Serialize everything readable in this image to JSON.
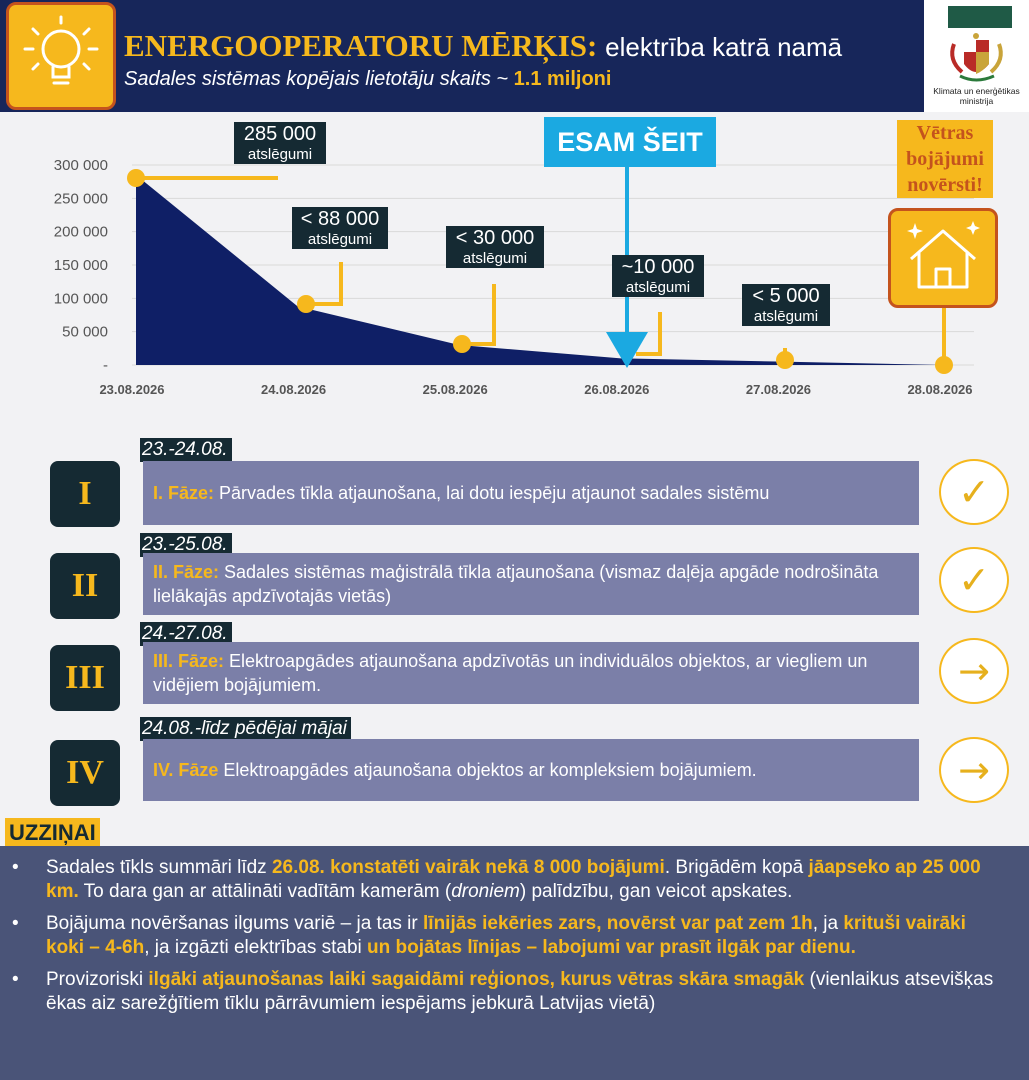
{
  "header": {
    "title": "ENERGOOPERATORU MĒRĶIS:",
    "title_sub": "elektrība katrā namā",
    "subtitle": "Sadales sistēmas kopējais lietotāju skaits ~",
    "subtitle_highlight": "1.1 miljoni",
    "ministry_name": "Klimata un enerģētikas ministrija",
    "bulb_icon": "lightbulb-icon",
    "crest_icon": "latvia-coat-of-arms-icon"
  },
  "colors": {
    "navy": "#17265a",
    "area": "#0f1f66",
    "yellow": "#f6b81d",
    "orange_border": "#c4531d",
    "esam_blue": "#1ba9e1",
    "label_dark": "#152a33",
    "phase_bar": "#7b7fa8",
    "info_bg": "#4a5478"
  },
  "chart_data": {
    "type": "area",
    "x": [
      "23.08.2026",
      "24.08.2026",
      "25.08.2026",
      "26.08.2026",
      "27.08.2026",
      "28.08.2026"
    ],
    "values": [
      285000,
      88000,
      30000,
      10000,
      5000,
      0
    ],
    "ylim": [
      0,
      300000
    ],
    "yticks": [
      "-",
      "50 000",
      "100 000",
      "150 000",
      "200 000",
      "250 000",
      "300 000"
    ],
    "grid": true,
    "annotations": [
      {
        "value": "285 000",
        "unit": "atslēgumi"
      },
      {
        "value": "< 88 000",
        "unit": "atslēgumi"
      },
      {
        "value": "< 30 000",
        "unit": "atslēgumi"
      },
      {
        "value": "~10 000",
        "unit": "atslēgumi"
      },
      {
        "value": "< 5 000",
        "unit": "atslēgumi"
      }
    ],
    "marker_text": "ESAM ŠEIT",
    "end_text": [
      "Vētras",
      "bojājumi",
      "novērsti!"
    ],
    "end_icon": "house-sparkle-icon"
  },
  "phases": [
    {
      "numeral": "I",
      "date": "23.-24.08.",
      "label": "I. Fāze:",
      "text": "Pārvades tīkla atjaunošana, lai dotu iespēju atjaunot sadales sistēmu",
      "status": "✓",
      "status_icon": "checkmark-icon"
    },
    {
      "numeral": "II",
      "date": "23.-25.08.",
      "label": "II. Fāze:",
      "text": "Sadales sistēmas maģistrālā tīkla atjaunošana (vismaz daļēja apgāde nodrošināta lielākajās apdzīvotajās vietās)",
      "status": "✓",
      "status_icon": "checkmark-icon"
    },
    {
      "numeral": "III",
      "date": "24.-27.08.",
      "label": "III. Fāze:",
      "text": "Elektroapgādes atjaunošana apdzīvotās un individuālos objektos, ar viegliem un vidējiem bojājumiem.",
      "status": "→",
      "status_icon": "arrow-right-icon"
    },
    {
      "numeral": "IV",
      "date": "24.08.-līdz pēdējai mājai",
      "label": "IV. Fāze",
      "text": "Elektroapgādes atjaunošana objektos ar kompleksiem bojājumiem.",
      "status": "→",
      "status_icon": "arrow-right-icon"
    }
  ],
  "info": {
    "heading": "UZZIŅAI",
    "b1_a": "Sadales tīkls summāri līdz ",
    "b1_b": "26.08. konstatēti vairāk nekā 8 000 bojājumi",
    "b1_c": ". Brigādēm kopā ",
    "b1_d": "jāapseko ap  25 000 km.",
    "b1_e": " To dara gan ar attālināti vadītām kamerām (",
    "b1_f": "droniem",
    "b1_g": ") palīdzību, gan veicot apskates.",
    "b2_a": "Bojājuma novēršanas ilgums variē – ja tas ir ",
    "b2_b": "līnijās iekēries zars, novērst var pat zem 1h",
    "b2_c": ", ja ",
    "b2_d": "krituši vairāki koki – 4-6h",
    "b2_e": ", ja izgāzti elektrības stabi ",
    "b2_f": "un bojātas līnijas – labojumi var prasīt ilgāk par dienu.",
    "b3_a": "Provizoriski ",
    "b3_b": "ilgāki atjaunošanas laiki sagaidāmi reģionos, kurus vētras skāra smagāk",
    "b3_c": " (vienlaikus atsevišķas ēkas aiz sarežģītiem tīklu pārrāvumiem iespējams jebkurā Latvijas vietā)"
  }
}
